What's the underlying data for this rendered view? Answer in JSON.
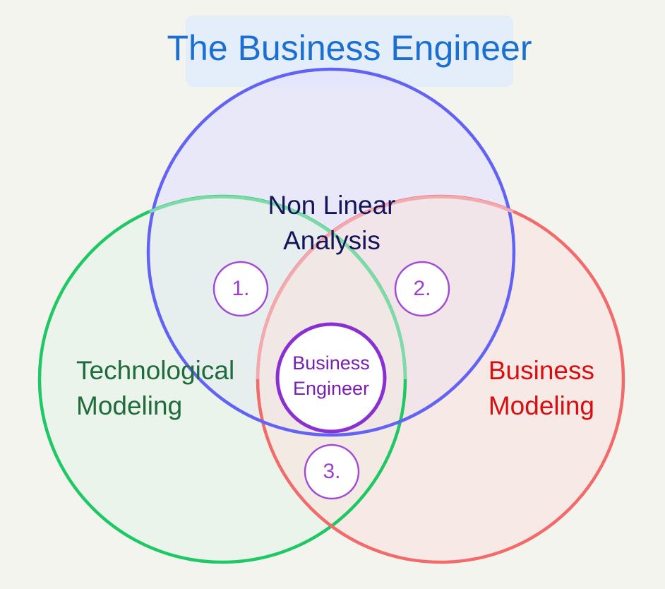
{
  "title": "The Business Engineer",
  "circles": {
    "top": {
      "label_line1": "Non Linear",
      "label_line2": "Analysis",
      "stroke": "#6262f5",
      "fill": "#e9e9fb",
      "text_color": "#14145a"
    },
    "left": {
      "label_line1": "Technological",
      "label_line2": "Modeling",
      "stroke": "#1ec864",
      "fill": "#e8f5ea",
      "text_color": "#1e6b3c"
    },
    "right": {
      "label_line1": "Business",
      "label_line2": "Modeling",
      "stroke": "#f26a6a",
      "fill": "#f8e6e4",
      "text_color": "#d80f10"
    }
  },
  "center": {
    "line1": "Business",
    "line2": "Engineer",
    "stroke": "#8a2fd0"
  },
  "intersections": {
    "one": "1.",
    "two": "2.",
    "three": "3."
  },
  "colors": {
    "background": "#f4f4ef",
    "title": "#1b6fd1",
    "title_box": "#e3eefa",
    "number": "#9b3fd0"
  }
}
